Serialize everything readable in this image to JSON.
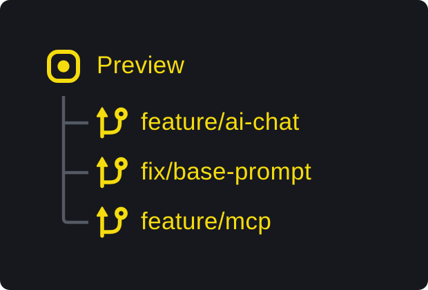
{
  "panel": {
    "background_color": "#17181d",
    "accent_color": "#f5dc0f",
    "connector_color": "#545a64"
  },
  "tree": {
    "root": {
      "label": "Preview",
      "icon": "preview-dot-square-icon"
    },
    "branches": [
      {
        "label": "feature/ai-chat",
        "icon": "git-branch-icon"
      },
      {
        "label": "fix/base-prompt",
        "icon": "git-branch-icon"
      },
      {
        "label": "feature/mcp",
        "icon": "git-branch-icon"
      }
    ]
  }
}
